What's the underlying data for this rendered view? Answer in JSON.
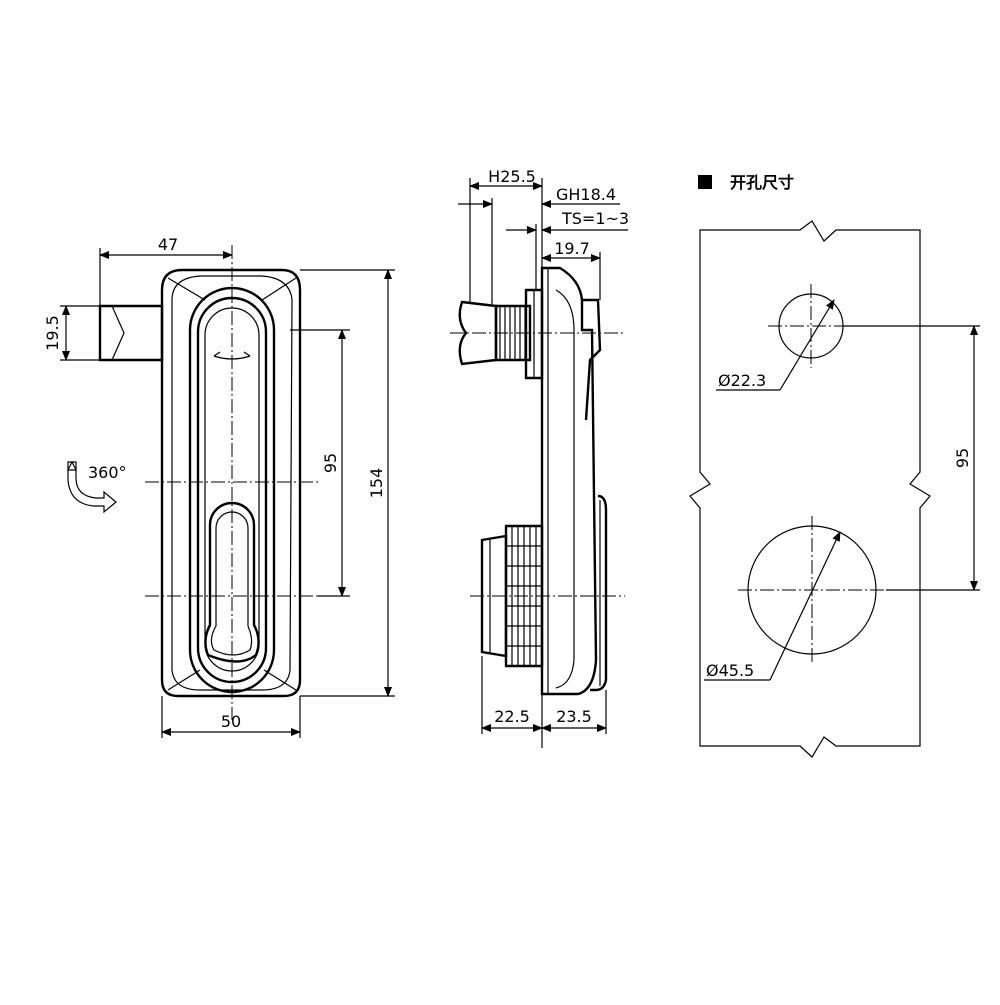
{
  "front_view": {
    "width": "50",
    "height": "154",
    "hole_spacing": "95",
    "handle_offset": "47",
    "handle_width": "19.5",
    "rotation": "360°"
  },
  "side_view": {
    "h": "H25.5",
    "gh": "GH18.4",
    "ts": "TS=1~3",
    "depth_front": "19.7",
    "depth_left": "22.5",
    "depth_right": "23.5"
  },
  "cutout": {
    "title": "开孔尺寸",
    "small_hole": "Ø22.3",
    "large_hole": "Ø45.5",
    "spacing": "95"
  }
}
